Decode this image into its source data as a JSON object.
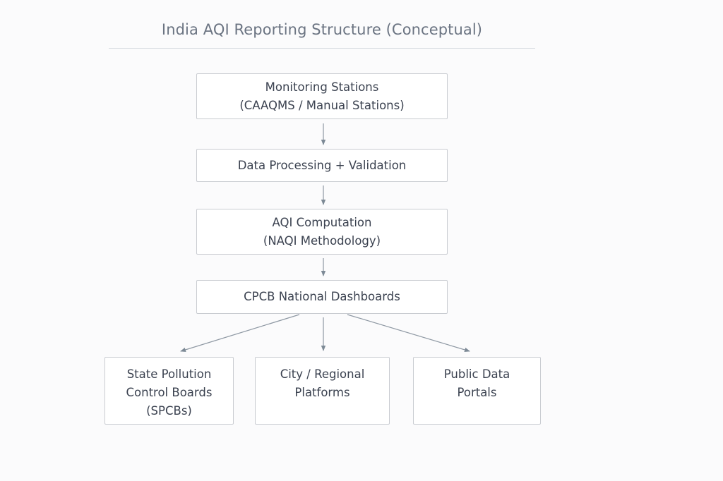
{
  "title": "India AQI Reporting Structure (Conceptual)",
  "colors": {
    "background": "#fbfbfc",
    "box_border": "#c9ccd1",
    "box_fill": "#ffffff",
    "arrow": "#7d8a96",
    "title_text": "#6b7482",
    "body_text": "#3b4250",
    "title_rule": "#d9dde2"
  },
  "nodes": {
    "monitoring_stations": {
      "line1": "Monitoring Stations",
      "line2": "(CAAQMS / Manual Stations)"
    },
    "data_processing": {
      "line1": "Data Processing + Validation"
    },
    "aqi_computation": {
      "line1": "AQI Computation",
      "line2": "(NAQI Methodology)"
    },
    "cpcb_dashboards": {
      "line1": "CPCB National Dashboards"
    },
    "spcbs": {
      "line1": "State Pollution",
      "line2": "Control Boards",
      "line3": "(SPCBs)"
    },
    "city_platforms": {
      "line1": "City / Regional",
      "line2": "Platforms"
    },
    "public_portals": {
      "line1": "Public Data",
      "line2": "Portals"
    }
  },
  "edges": [
    {
      "from": "Monitoring Stations",
      "to": "Data Processing + Validation"
    },
    {
      "from": "Data Processing + Validation",
      "to": "AQI Computation"
    },
    {
      "from": "AQI Computation",
      "to": "CPCB National Dashboards"
    },
    {
      "from": "CPCB National Dashboards",
      "to": "State Pollution Control Boards (SPCBs)"
    },
    {
      "from": "CPCB National Dashboards",
      "to": "City / Regional Platforms"
    },
    {
      "from": "CPCB National Dashboards",
      "to": "Public Data Portals"
    }
  ]
}
